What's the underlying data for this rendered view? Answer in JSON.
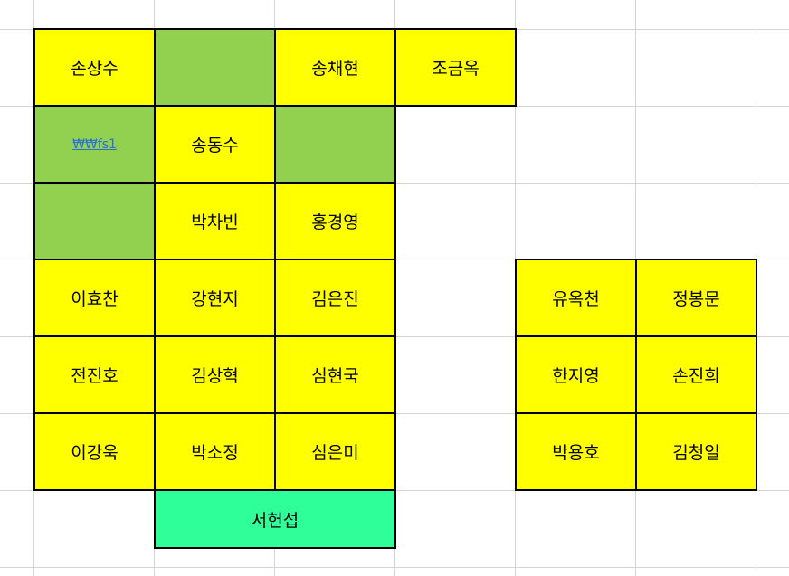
{
  "colors": {
    "seat": "#ffff00",
    "empty": "#92d050",
    "front": "#2eff99",
    "link": "#2a6fd6",
    "gridline": "#d4d4d4"
  },
  "seats": {
    "r1c1": "손상수",
    "r1c3": "송채현",
    "r1c4": "조금옥",
    "r2c1_link": "₩₩fs1",
    "r2c2": "송동수",
    "r3c2": "박차빈",
    "r3c3": "홍경영",
    "r4c1": "이효찬",
    "r4c2": "강현지",
    "r4c3": "김은진",
    "r5c1": "전진호",
    "r5c2": "김상혁",
    "r5c3": "심현국",
    "r6c1": "이강욱",
    "r6c2": "박소정",
    "r6c3": "심은미",
    "r7c2": "서헌섭",
    "right_r4c1": "유옥천",
    "right_r4c2": "정봉문",
    "right_r5c1": "한지영",
    "right_r5c2": "손진희",
    "right_r6c1": "박용호",
    "right_r6c2": "김청일"
  }
}
